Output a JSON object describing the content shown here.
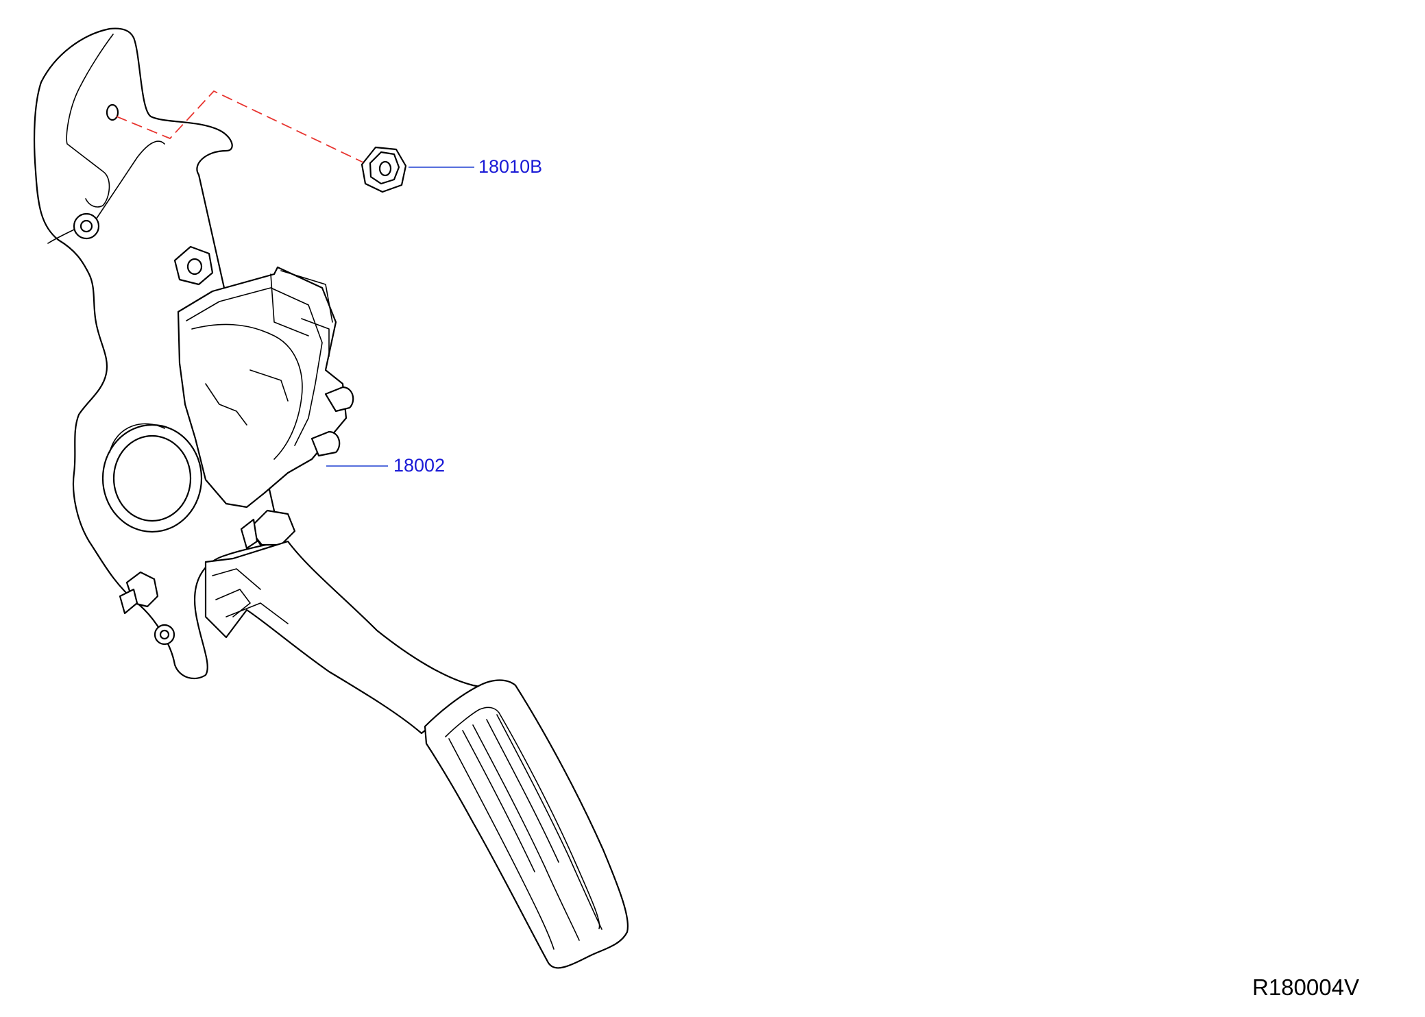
{
  "diagram": {
    "callouts": [
      {
        "part_number": "18010B",
        "part": "flange-nut"
      },
      {
        "part_number": "18002",
        "part": "accelerator-pedal-assembly"
      }
    ],
    "reference_code": "R180004V",
    "colors": {
      "callout_text": "#1a1ad6",
      "leader_line": "#1f3fd0",
      "dashed_line": "#e8342f",
      "drawing_line": "#000000"
    }
  }
}
